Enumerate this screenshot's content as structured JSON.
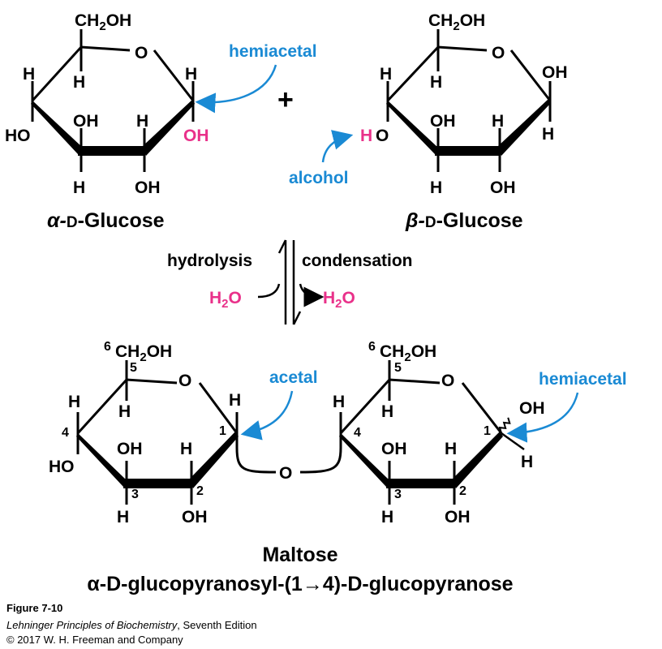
{
  "labels": {
    "ch2oh": "CH",
    "ch2oh_sub": "2",
    "ch2oh_tail": "OH",
    "o": "O",
    "h": "H",
    "oh": "OH",
    "ho": "HO",
    "plus": "+",
    "hemiacetal": "hemiacetal",
    "alcohol": "alcohol",
    "acetal": "acetal",
    "hydrolysis": "hydrolysis",
    "condensation": "condensation",
    "water": "H",
    "water_sub": "2",
    "water_tail": "O"
  },
  "names": {
    "alpha_glucose_prefix": "α-",
    "alpha_glucose_d": "D",
    "alpha_glucose_suffix": "-Glucose",
    "beta_glucose_prefix": "β-",
    "beta_glucose_d": "D",
    "beta_glucose_suffix": "-Glucose",
    "maltose": "Maltose",
    "maltose_systematic": "α-D-glucopyranosyl-(1→4)-D-glucopyranose"
  },
  "carbon_numbers": [
    "1",
    "2",
    "3",
    "4",
    "5",
    "6"
  ],
  "caption": {
    "figure": "Figure 7-10",
    "book_title": "Lehninger Principles of Biochemistry",
    "book_edition": ", Seventh Edition",
    "copyright": "© 2017 W. H. Freeman and Company"
  },
  "colors": {
    "annotation_blue": "#1a8ad4",
    "highlight_pink": "#e9318a",
    "bond_black": "#000000"
  }
}
